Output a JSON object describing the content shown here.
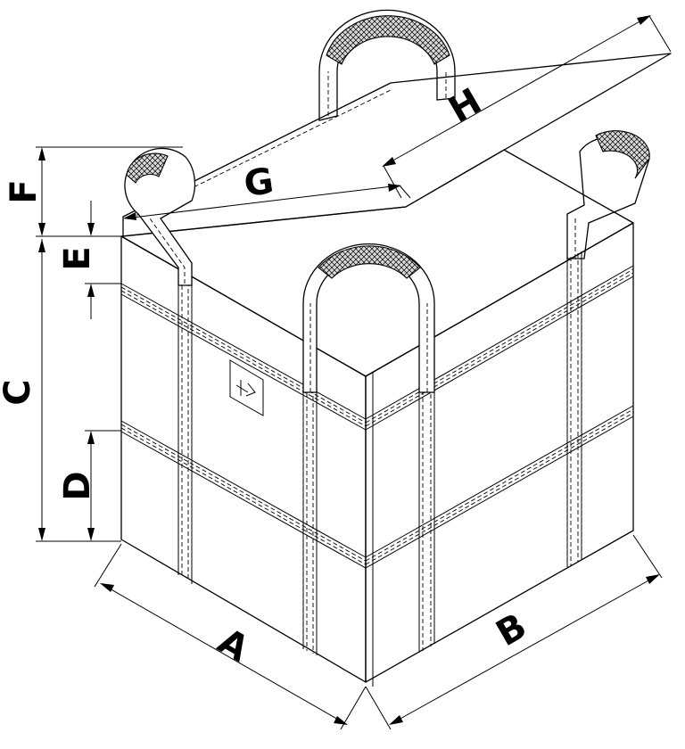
{
  "labels": {
    "a": "A",
    "b": "B",
    "c": "C",
    "d": "D",
    "e": "E",
    "f": "F",
    "g": "G",
    "h": "H"
  },
  "colors": {
    "line": "#000000",
    "background": "#ffffff"
  }
}
